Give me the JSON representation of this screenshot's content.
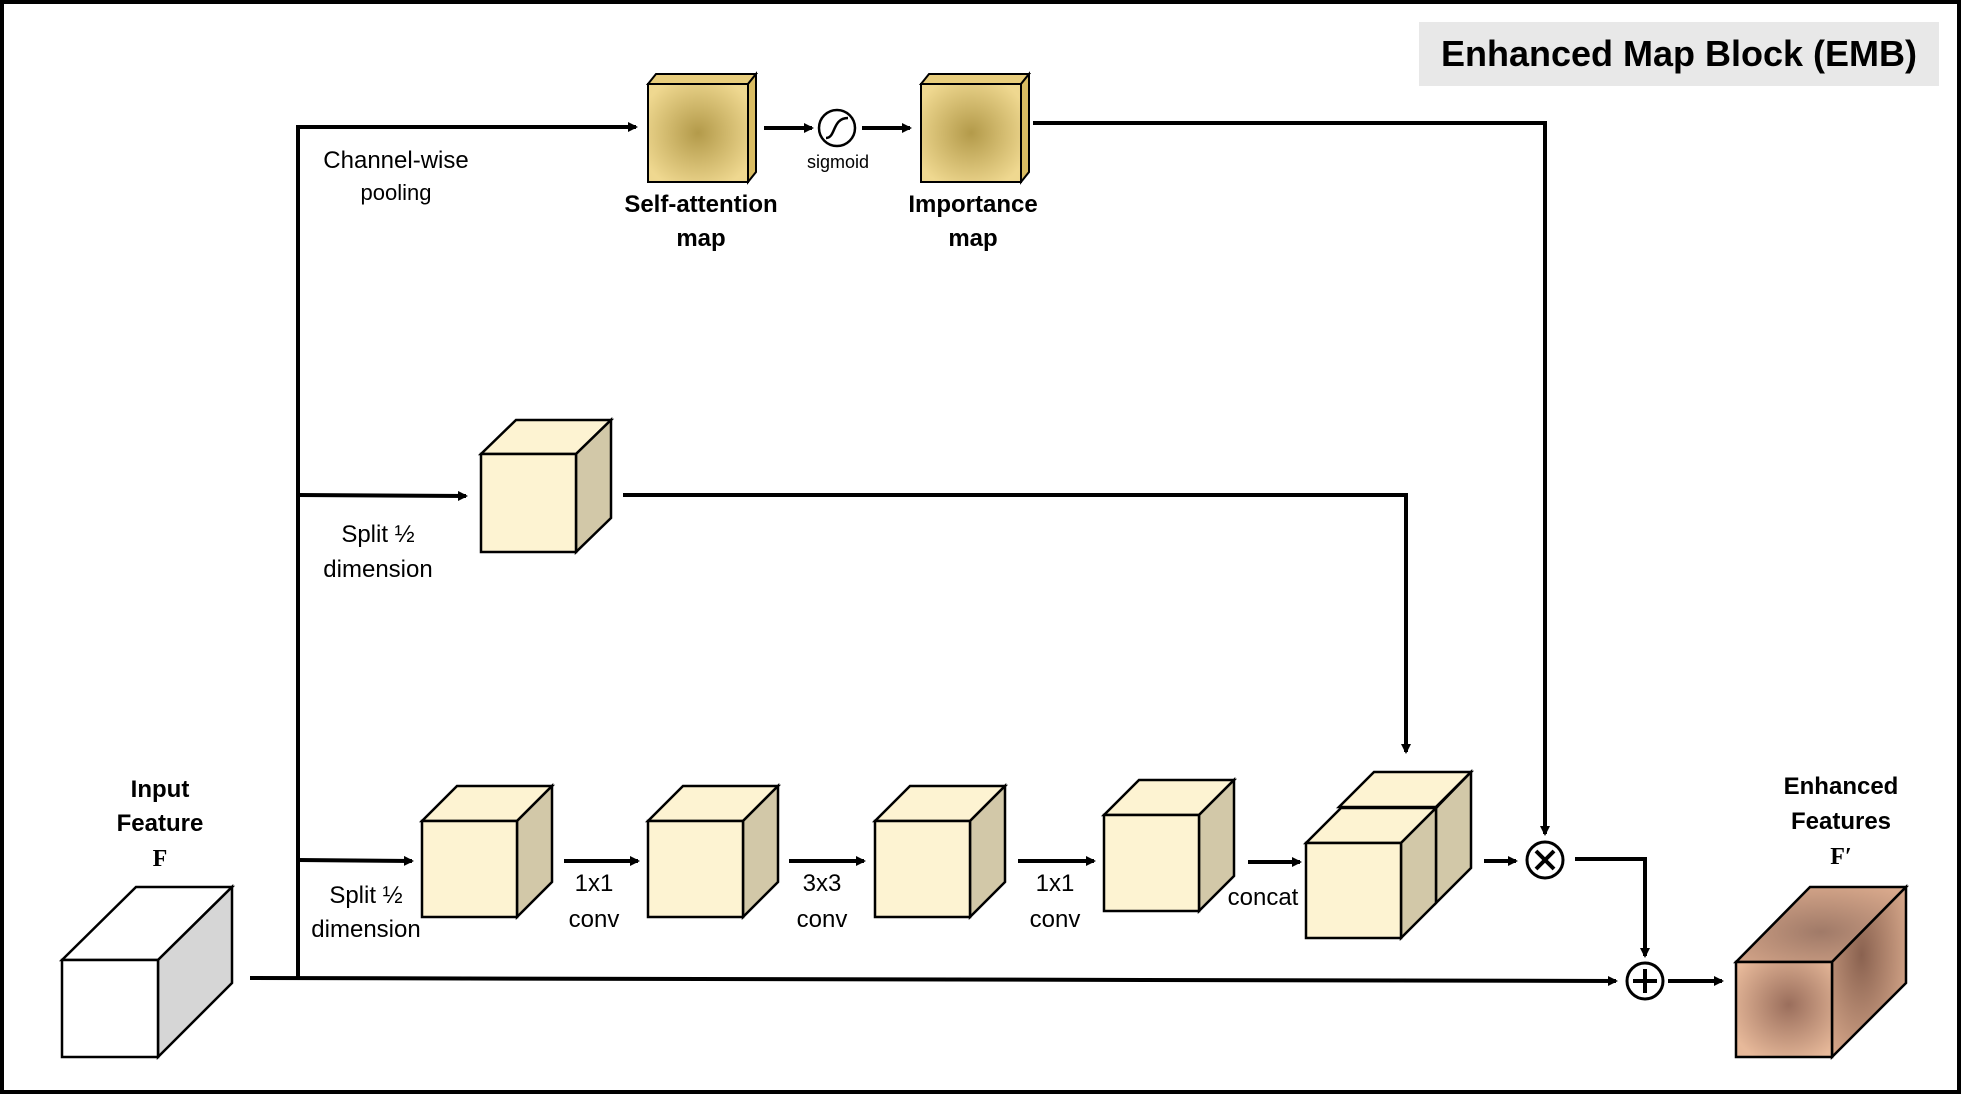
{
  "title": "Enhanced Map Block (EMB)",
  "colors": {
    "cube_front": "#fdf3d2",
    "cube_top": "#fdf3d2",
    "cube_side": "#d2c8a8",
    "map_center": "#b39a4a",
    "map_edge": "#efd890",
    "map_side": "#e2c676",
    "input_front": "#ffffff",
    "input_side": "#d6d6d6",
    "output_center": "#9a6e5c",
    "output_edge": "#e7b99a",
    "title_bg": "#e8e8e8",
    "line": "#000000"
  },
  "labels": {
    "channel_wise": "Channel-wise",
    "pooling": "pooling",
    "self_attention_1": "Self-attention",
    "self_attention_2": "map",
    "importance_1": "Importance",
    "importance_2": "map",
    "sigmoid": "sigmoid",
    "split_top_1": "Split ½",
    "split_top_2": "dimension",
    "split_bottom_1": "Split ½",
    "split_bottom_2": "dimension",
    "conv1_1": "1x1",
    "conv1_2": "conv",
    "conv3_1": "3x3",
    "conv3_2": "conv",
    "conv1b_1": "1x1",
    "conv1b_2": "conv",
    "concat": "concat",
    "input_1": "Input",
    "input_2": "Feature",
    "input_3": "F",
    "output_1": "Enhanced",
    "output_2": "Features",
    "output_3": "F′"
  },
  "symbols": {
    "multiply": "×",
    "add": "+"
  }
}
